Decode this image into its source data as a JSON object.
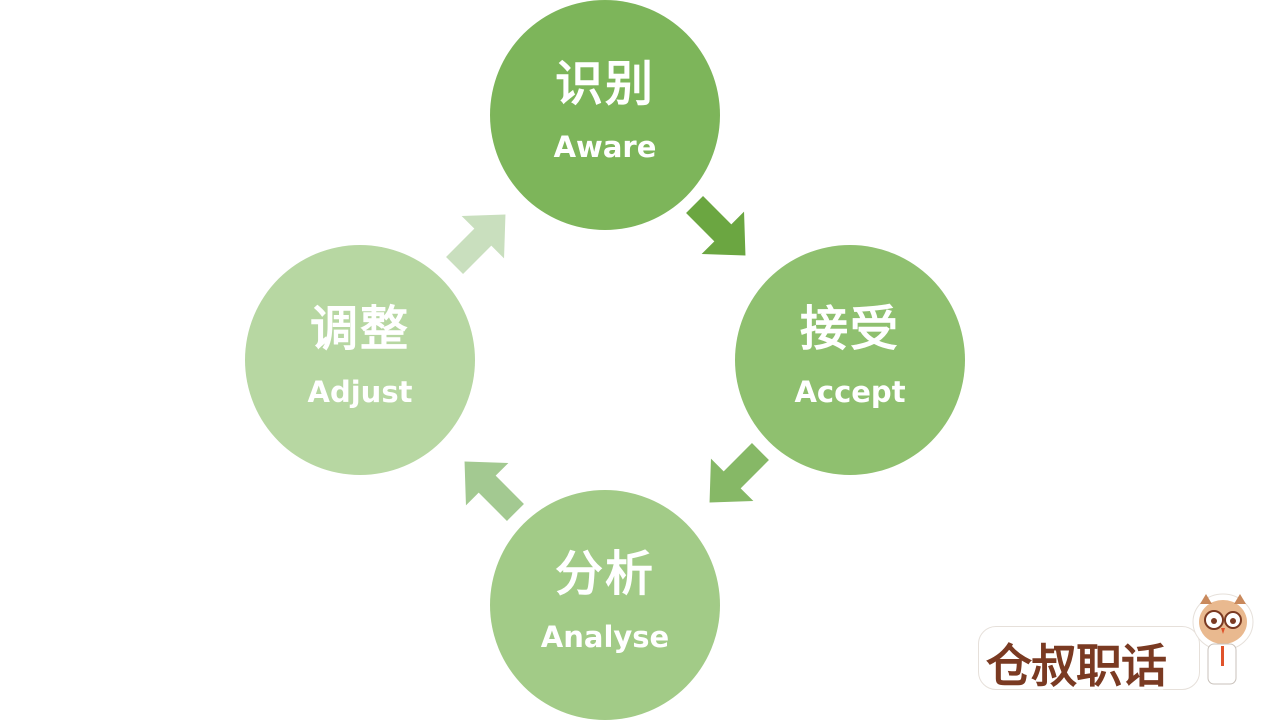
{
  "diagram": {
    "type": "cycle",
    "nodes": [
      {
        "id": "aware",
        "zh": "识别",
        "en": "Aware",
        "color": "#7db55a",
        "position": "top"
      },
      {
        "id": "accept",
        "zh": "接受",
        "en": "Accept",
        "color": "#8fc06f",
        "position": "right"
      },
      {
        "id": "analyse",
        "zh": "分析",
        "en": "Analyse",
        "color": "#a2cb87",
        "position": "bottom"
      },
      {
        "id": "adjust",
        "zh": "调整",
        "en": "Adjust",
        "color": "#b7d7a2",
        "position": "left"
      }
    ],
    "arrows": [
      {
        "from": "aware",
        "to": "accept",
        "color": "#6ba641"
      },
      {
        "from": "accept",
        "to": "analyse",
        "color": "#86b866"
      },
      {
        "from": "analyse",
        "to": "adjust",
        "color": "#a3c991"
      },
      {
        "from": "adjust",
        "to": "aware",
        "color": "#c9dfbe"
      }
    ]
  },
  "logo": {
    "text": "仓叔职话",
    "text_color": "#7a3a22",
    "accent_color": "#e0532b"
  }
}
